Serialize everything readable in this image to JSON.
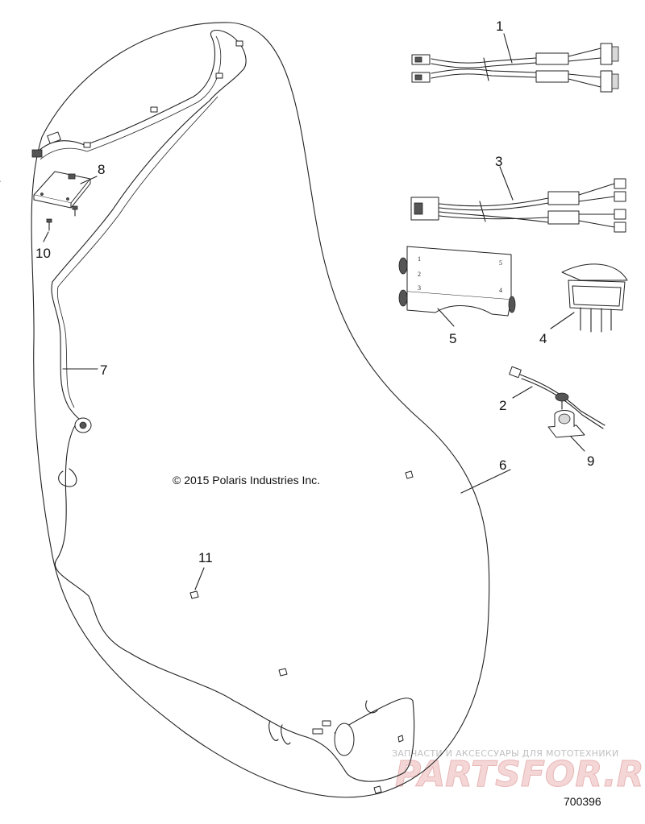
{
  "callouts": {
    "c1": "1",
    "c2": "2",
    "c3": "3",
    "c4": "4",
    "c5": "5",
    "c6": "6",
    "c7": "7",
    "c8": "8",
    "c9": "9",
    "c10": "10",
    "c11": "11"
  },
  "module_pins": {
    "p1": "1",
    "p2": "2",
    "p3": "3",
    "p4": "4",
    "p5": "5"
  },
  "copyright": "© 2015 Polaris Industries Inc.",
  "figure_number": "700396",
  "watermark": {
    "tagline": "ЗАПЧАСТИ И АКСЕССУАРЫ ДЛЯ МОТОТЕХНИКИ",
    "logo": "PARTSFOR.RU"
  },
  "colors": {
    "line": "#222222",
    "background": "#ffffff",
    "watermark_logo": "#f4d6d6"
  }
}
